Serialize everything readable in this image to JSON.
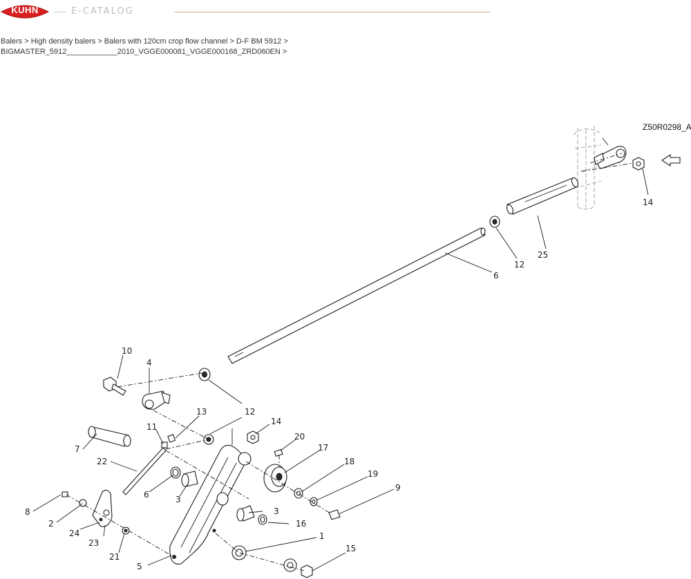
{
  "brand": {
    "logo_text": "KUHN",
    "catalog_word": "E-CATALOG",
    "accent_color": "#d81e1e"
  },
  "breadcrumb": {
    "line1": "Balers > High density balers > Balers with 120cm crop flow channel > D-F BM 5912 >",
    "line2": "BIGMASTER_5912____________2010_VGGE000081_VGGE000168_ZRD060EN >"
  },
  "diagram": {
    "reference": "Z50R0298_A",
    "labels": {
      "l1": "1",
      "l3a": "3",
      "l3b": "3",
      "l4": "4",
      "l5": "5",
      "l6a": "6",
      "l6b": "6",
      "l7": "7",
      "l8": "8",
      "l9": "9",
      "l10": "10",
      "l11": "11",
      "l12a": "12",
      "l12b": "12",
      "l13": "13",
      "l14a": "14",
      "l14b": "14",
      "l15": "15",
      "l16": "16",
      "l17": "17",
      "l18": "18",
      "l19": "19",
      "l20": "20",
      "l21": "21",
      "l22": "22",
      "l23": "23",
      "l24": "24",
      "l25": "25",
      "l2": "2"
    }
  }
}
